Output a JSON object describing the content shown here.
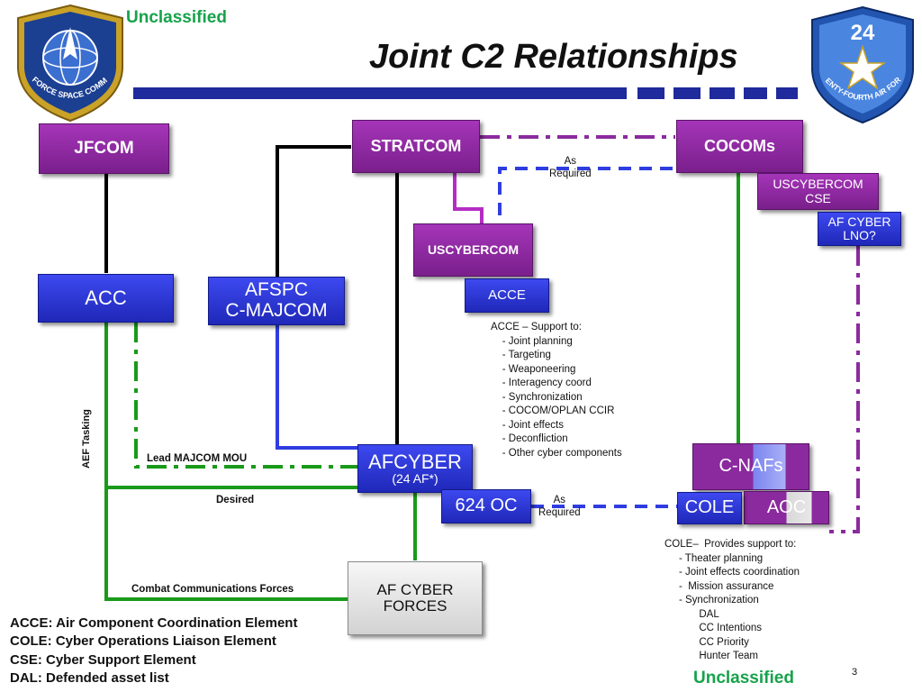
{
  "header": {
    "classification": "Unclassified",
    "title": "Joint C2 Relationships"
  },
  "logos": {
    "left_seal_text": "AIR FORCE SPACE COMMAND",
    "right_number": "24",
    "right_seal_text": "TWENTY-FOURTH AIR FORCE"
  },
  "boxes": {
    "jfcom": "JFCOM",
    "stratcom": "STRATCOM",
    "cocoms": "COCOMs",
    "uscybercom_cse_line1": "USCYBERCOM",
    "uscybercom_cse_line2": "CSE",
    "af_cyber_lno_line1": "AF CYBER",
    "af_cyber_lno_line2": "LNO?",
    "uscybercom": "USCYBERCOM",
    "acc": "ACC",
    "afspc_line1": "AFSPC",
    "afspc_line2": "C-MAJCOM",
    "acce": "ACCE",
    "afcyber_line1": "AFCYBER",
    "afcyber_line2": "(24 AF*)",
    "oc624": "624 OC",
    "cole": "COLE",
    "c_nafs": "C-NAFs",
    "aoc": "AOC",
    "af_cyber_forces_line1": "AF CYBER",
    "af_cyber_forces_line2": "FORCES"
  },
  "labels": {
    "as_required_top": "As\nRequired",
    "as_required_bottom": "As\nRequired",
    "aef_tasking": "AEF Tasking",
    "lead_majcom_mou": "Lead MAJCOM MOU",
    "desired": "Desired",
    "combat_comm": "Combat Communications Forces"
  },
  "acce_support": "ACCE – Support to:\n    - Joint planning\n    - Targeting\n    - Weaponeering\n    - Interagency coord\n    - Synchronization\n    - COCOM/OPLAN CCIR\n    - Joint effects\n    - Deconfliction\n    - Other cyber components",
  "cole_support": "COLE–  Provides support to:\n     - Theater planning\n     - Joint effects coordination\n     -  Mission assurance\n     - Synchronization\n            DAL\n            CC Intentions\n            CC Priority\n            Hunter Team",
  "legend": [
    "ACCE: Air Component Coordination Element",
    "COLE:  Cyber Operations Liaison Element",
    "CSE: Cyber Support Element",
    "DAL: Defended asset list"
  ],
  "footer": {
    "page_number": "3",
    "classification": "Unclassified"
  },
  "colors": {
    "purple": "#8b2a9e",
    "blue": "#2a35d8",
    "green": "#1a9a1a",
    "navy": "#1f2a9c",
    "classification": "#16a34a"
  }
}
